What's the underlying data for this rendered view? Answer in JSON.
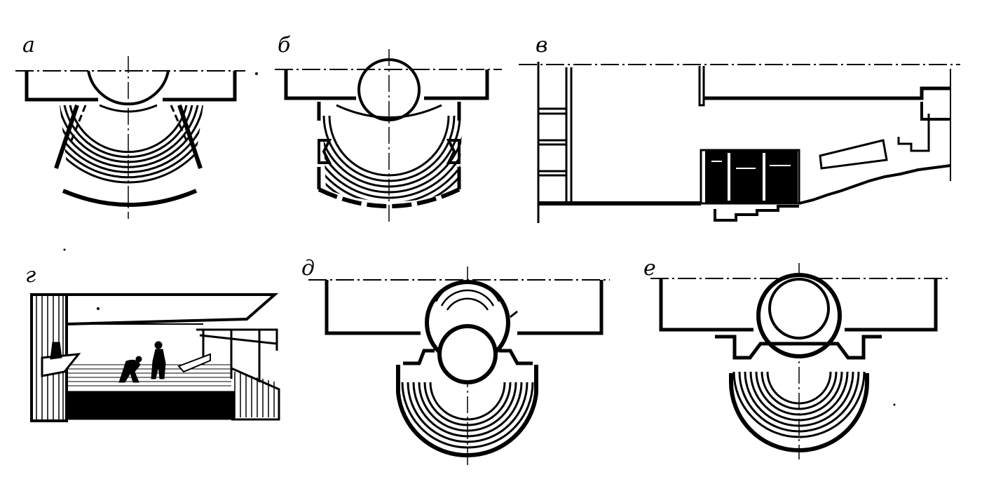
{
  "panels": [
    {
      "id": "a",
      "label": "а"
    },
    {
      "id": "b",
      "label": "б"
    },
    {
      "id": "v",
      "label": "в"
    },
    {
      "id": "g",
      "label": "г"
    },
    {
      "id": "d",
      "label": "д"
    },
    {
      "id": "e",
      "label": "е"
    }
  ],
  "colors": {
    "ink": "#000000",
    "paper": "#ffffff"
  }
}
